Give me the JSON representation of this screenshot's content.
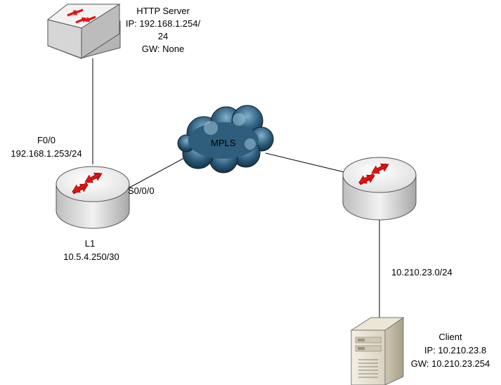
{
  "nodes": {
    "http_server": {
      "name": "HTTP Server",
      "ip_line1": "IP: 192.168.1.254/",
      "ip_line2": "24",
      "gw": "GW: None",
      "icon": "switch-icon"
    },
    "l1": {
      "iface_f0": "F0/0",
      "iface_f0_ip": "192.168.1.253/24",
      "iface_s0": "S0/0/0",
      "name": "L1",
      "wan_ip": "10.5.4.250/30",
      "icon": "router-icon"
    },
    "mpls": {
      "label": "MPLS",
      "icon": "cloud-icon"
    },
    "remote_router": {
      "icon": "router-icon"
    },
    "client_link": {
      "subnet": "10.210.23.0/24"
    },
    "client": {
      "name": "Client",
      "ip": "IP: 10.210.23.8",
      "gw": "GW: 10.210.23.254",
      "icon": "server-tower-icon"
    }
  },
  "colors": {
    "arrow_red": "#e31212",
    "device_gray": "#d8d8d8",
    "cloud_dark": "#1c3e56",
    "cloud_light": "#7fb0cc",
    "line": "#000000"
  }
}
